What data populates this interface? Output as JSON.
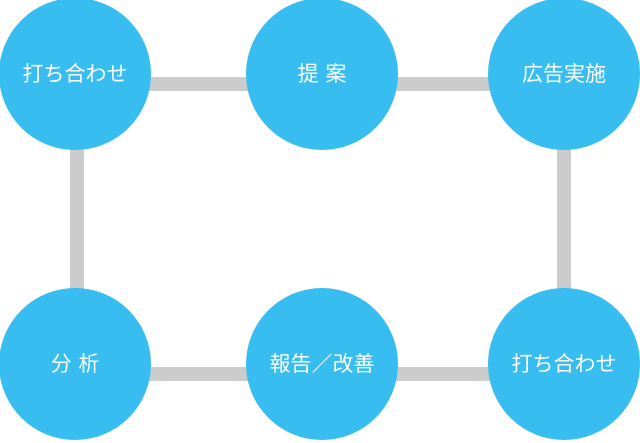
{
  "diagram": {
    "colors": {
      "node_fill": "#38bdf0",
      "connector": "#cccccc",
      "node_text": "#ffffff",
      "background": "#ffffff"
    },
    "nodes": {
      "top_left": "打ち合わせ",
      "top_center": "提 案",
      "top_right": "広告実施",
      "bottom_right": "打ち合わせ",
      "bottom_center": "報告／改善",
      "bottom_left": "分 析"
    }
  }
}
